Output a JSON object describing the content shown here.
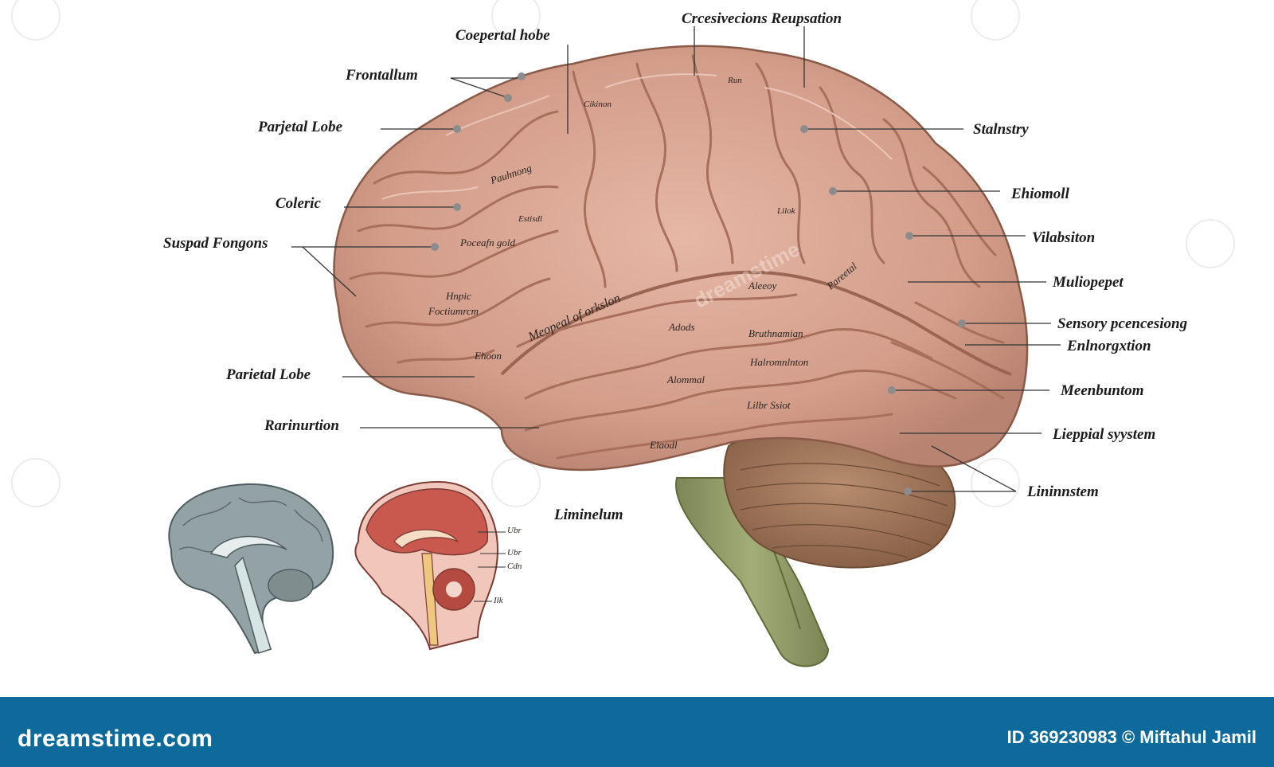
{
  "labels": {
    "top1": "Coepertal hobe",
    "top2": "Crcesivecions Reupsation",
    "l_frontallum": "Frontallum",
    "l_parjetal": "Parjetal Lobe",
    "l_coleric": "Coleric",
    "l_suspad": "Suspad Fongons",
    "l_parietal": "Parietal Lobe",
    "l_rarinurtion": "Rarinurtion",
    "l_liminelum": "Liminelum",
    "r_stalnstry": "Stalnstry",
    "r_ehiomoll": "Ehiomoll",
    "r_vilabsiton": "Vilabsiton",
    "r_muliopepet": "Muliopepet",
    "r_sensory": "Sensory pcencesiong",
    "r_enlnorgxtion": "Enlnorgxtion",
    "r_meenbuntom": "Meenbuntom",
    "r_lieppial": "Lieppial syystem",
    "r_lininnstem": "Lininnstem"
  },
  "inner_labels": {
    "ciknon": "Cikinon",
    "run": "Run",
    "pauhnong": "Pauhnong",
    "estisdl": "Estisdl",
    "pocenn": "Poceafn gold",
    "lilok": "Lilok",
    "paretal": "Pareetal",
    "hippic": "Hnpic",
    "foctm": "Foctiumrcm",
    "aleeoy": "Aleeoy",
    "ehoon": "Ehoon",
    "meopeal": "Meopeal of orkslon",
    "adods": "Adods",
    "bruthnamian": "Bruthnamian",
    "halromnlnton": "Halromnlnton",
    "alommal": "Alommal",
    "lilbr": "Lilbr Ssiot",
    "elaodl": "Elaodl"
  },
  "small_labels": {
    "m1": "Ubr",
    "m2": "Ubr",
    "m3": "Cdn",
    "m4": "Ilk"
  },
  "footer": {
    "brand": "dreamstime.com",
    "credit": "ID 369230983 © Miftahul Jamil"
  },
  "colors": {
    "brain": "#d9a795",
    "brain_shadow": "#b97e6c",
    "cerebellum": "#a77d62",
    "stem": "#8e9866",
    "footer": "#0e6a9b"
  }
}
